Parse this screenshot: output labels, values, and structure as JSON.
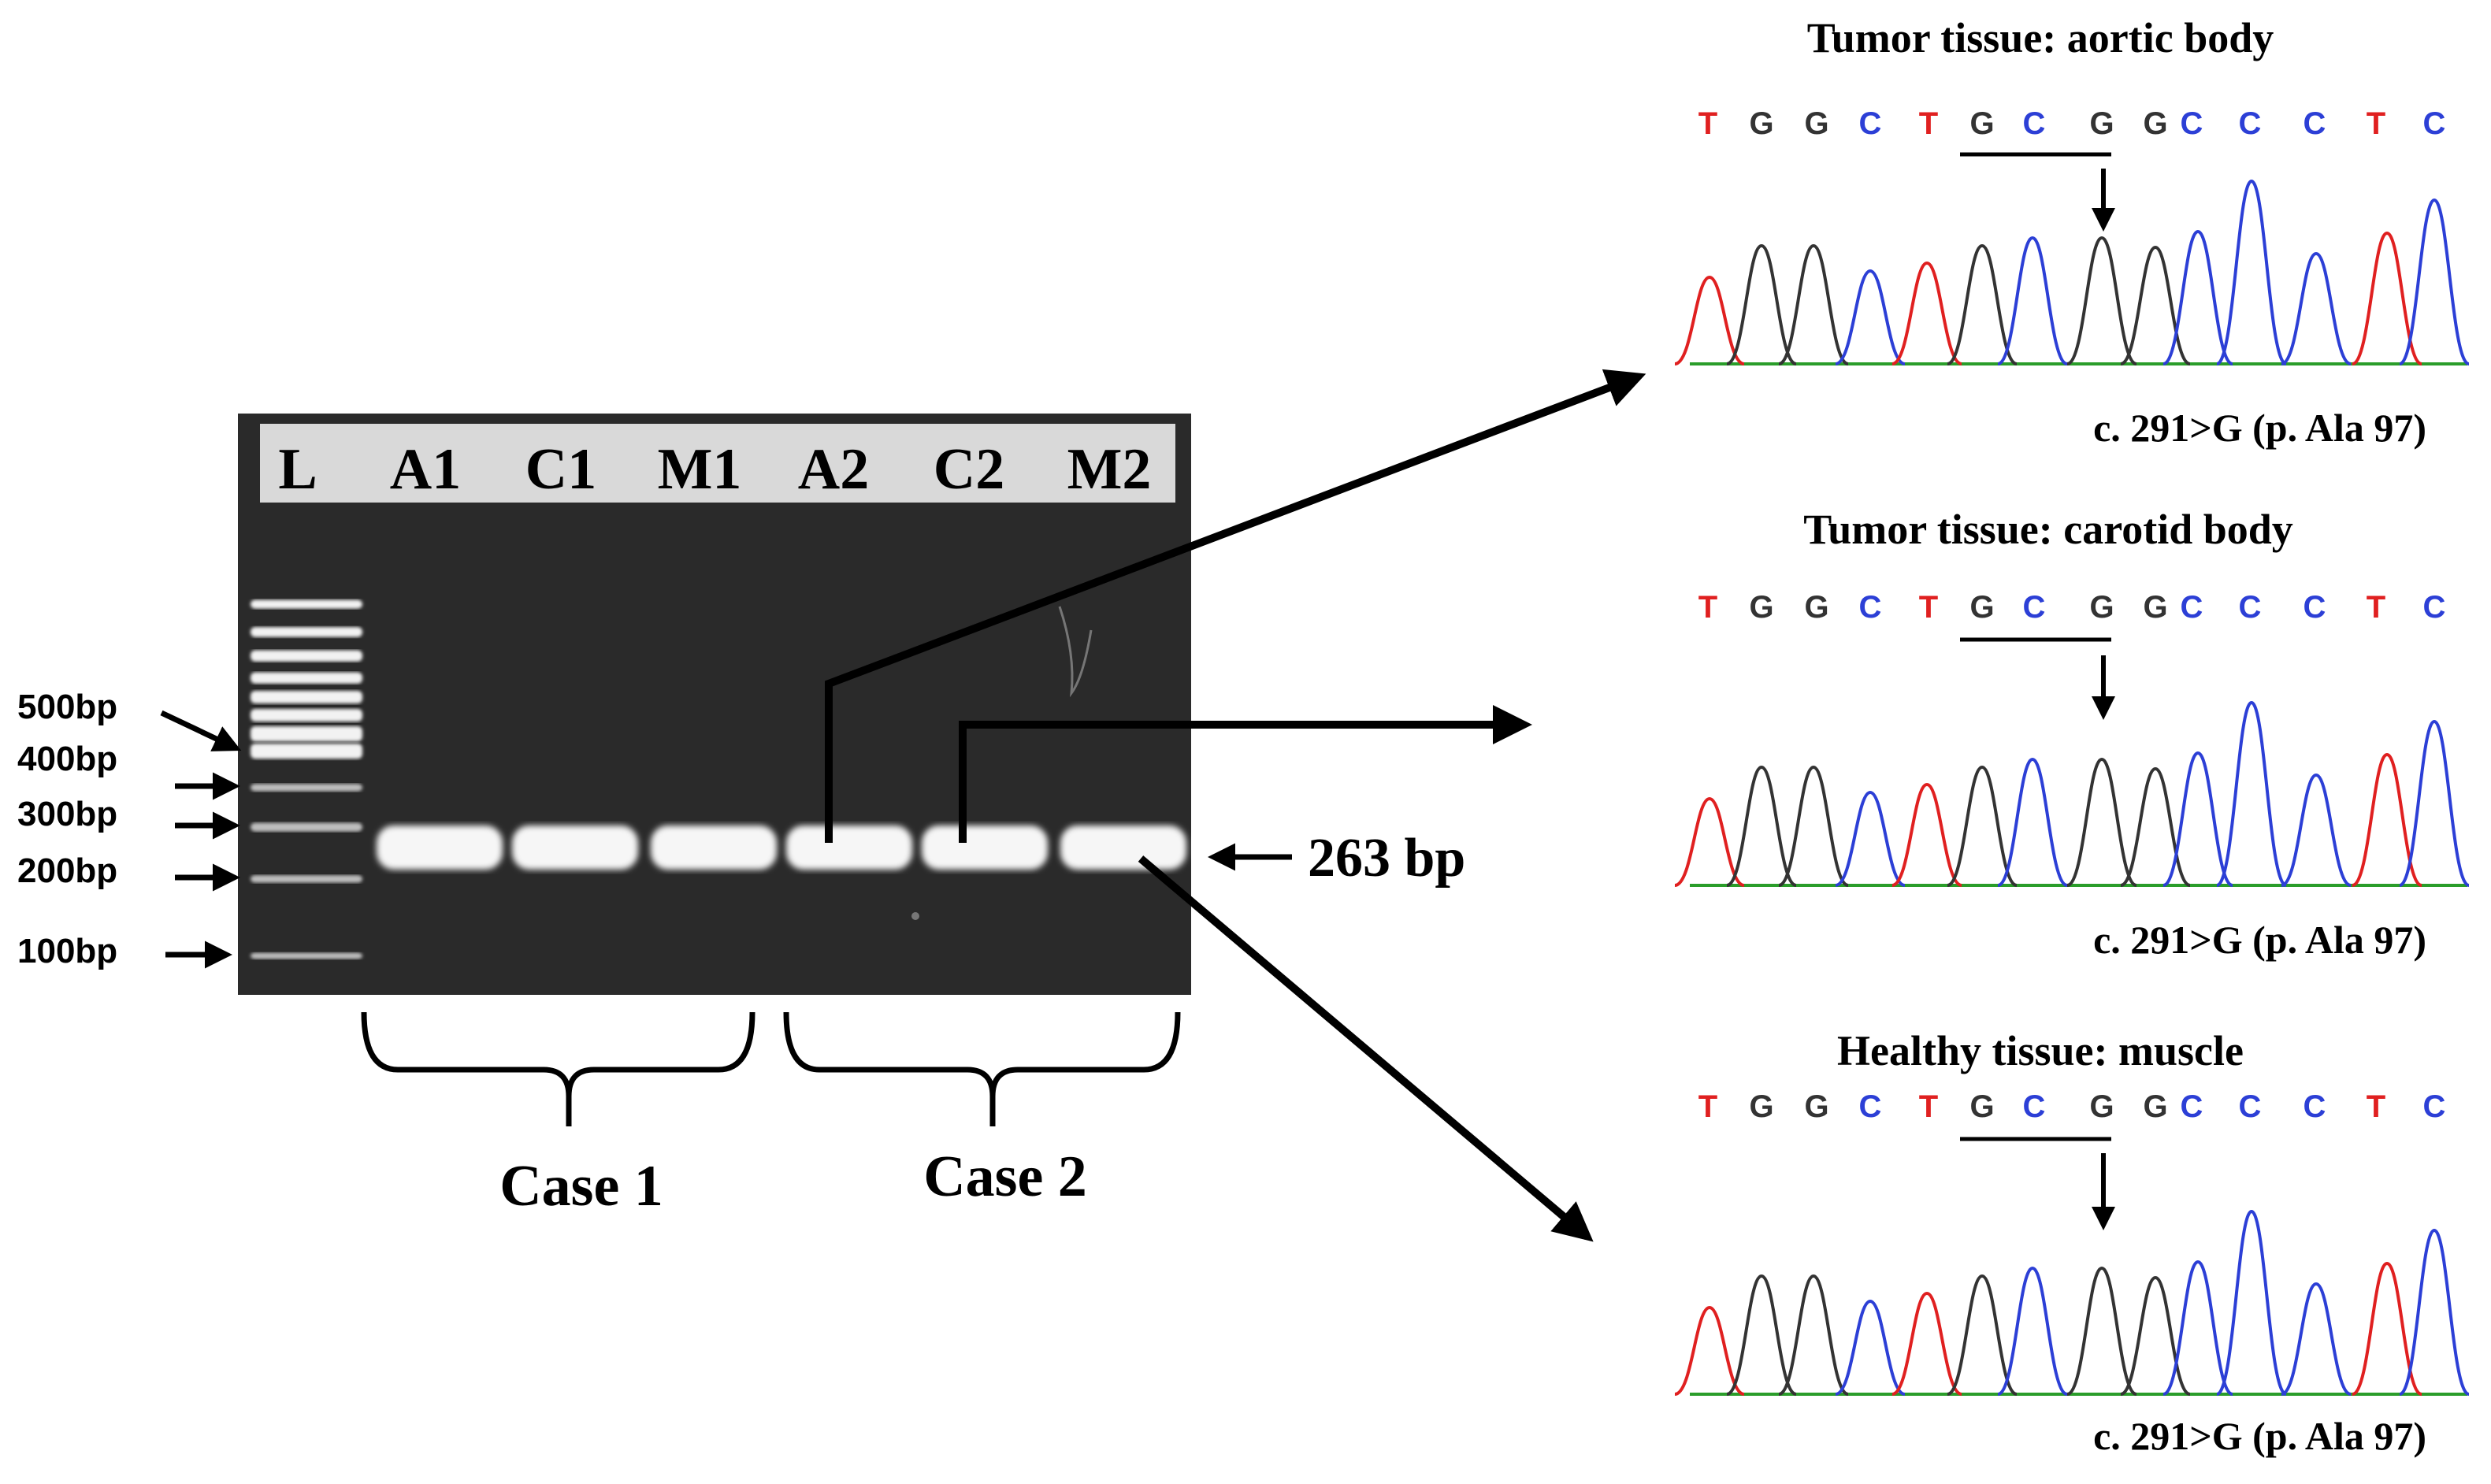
{
  "gel": {
    "ladder_lane": "L",
    "sample_lanes": [
      "A1",
      "C1",
      "M1",
      "A2",
      "C2",
      "M2"
    ],
    "ladder_labels": [
      "500bp",
      "400bp",
      "300bp",
      "200bp",
      "100bp"
    ],
    "band_label": "263 bp",
    "groups": [
      "Case 1",
      "Case 2"
    ]
  },
  "sequence_bases": [
    "T",
    "G",
    "G",
    "C",
    "T",
    "G",
    "C",
    "G",
    "G",
    "C",
    "C",
    "C",
    "T",
    "C"
  ],
  "base_colors": {
    "T": "#e02020",
    "G": "#333333",
    "C": "#2c3fd6"
  },
  "panels": [
    {
      "title": "Tumor tissue: aortic body",
      "mutation": "c. 291>G (p. Ala 97)"
    },
    {
      "title": "Tumor tissue: carotid body",
      "mutation": "c. 291>G (p. Ala 97)"
    },
    {
      "title": "Healthy tissue: muscle",
      "mutation": "c. 291>G (p. Ala 97)"
    }
  ]
}
